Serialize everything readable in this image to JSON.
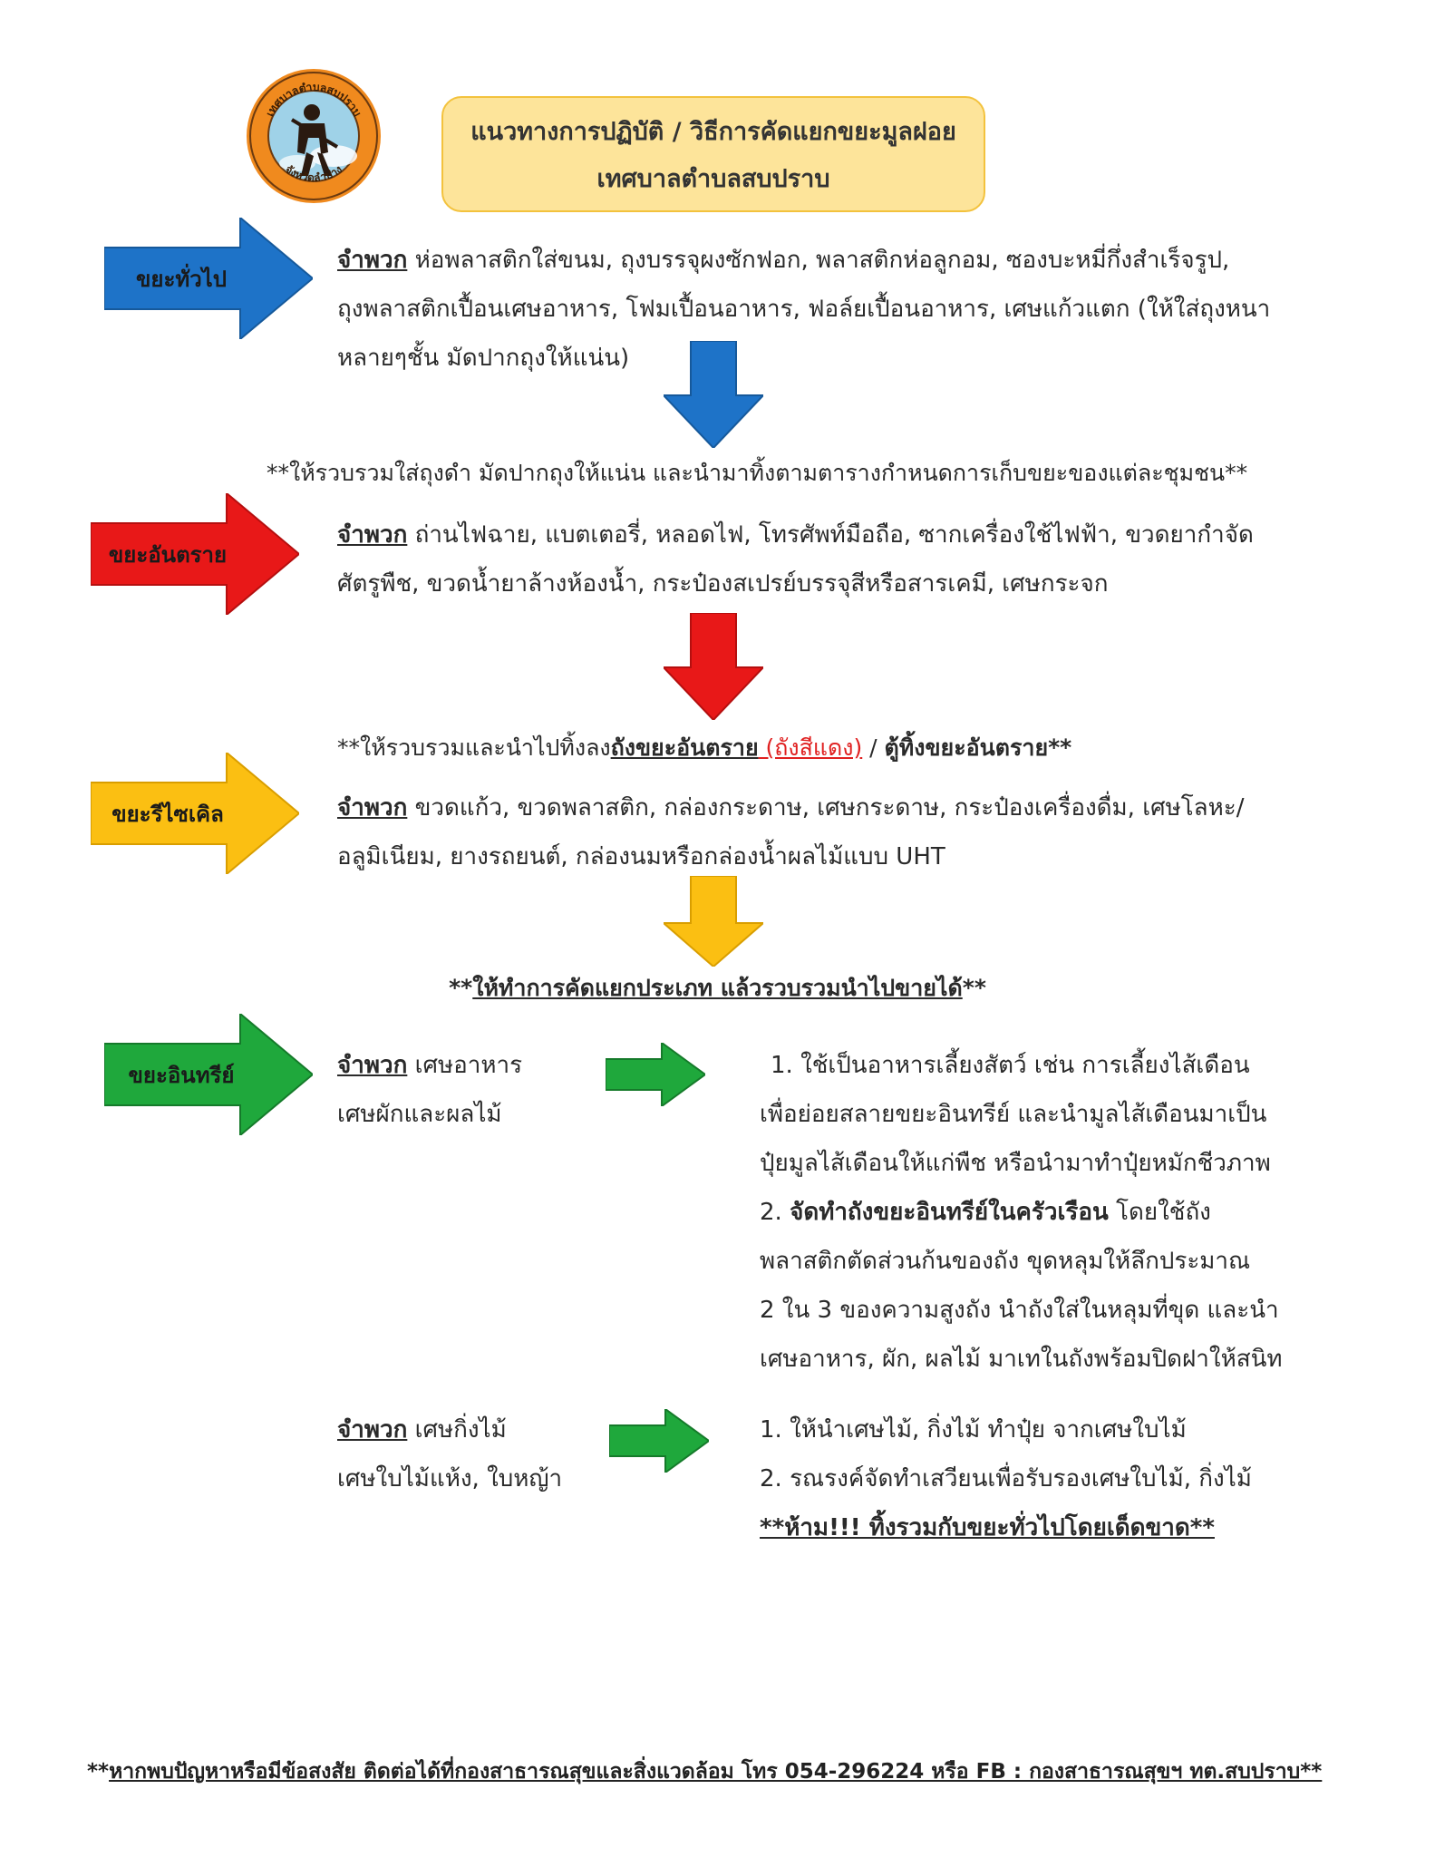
{
  "header": {
    "logo_text_top": "เทศบาลตำบลสบปราบ",
    "logo_text_bottom": "จังหวัดลำปาง",
    "title_line1": "แนวทางการปฏิบัติ / วิธีการคัดแยกขยะมูลฝอย",
    "title_line2": "เทศบาลตำบลสบปราบ"
  },
  "colors": {
    "general": "#1e73c8",
    "hazardous": "#e81818",
    "recycle": "#fbbf12",
    "organic": "#1fa83c",
    "title_bg": "#fde49a"
  },
  "sections": {
    "general": {
      "label": "ขยะทั่วไป",
      "kind_label": "จำพวก",
      "line1": "ห่อพลาสติกใส่ขนม, ถุงบรรจุผงซักฟอก, พลาสติกห่อลูกอม, ซองบะหมี่กึ่งสำเร็จรูป,",
      "line2": "ถุงพลาสติกเปื้อนเศษอาหาร, โฟมเปื้อนอาหาร, ฟอล์ยเปื้อนอาหาร, เศษแก้วแตก (ให้ใส่ถุงหนา",
      "line3": "หลายๆชั้น มัดปากถุงให้แน่น)",
      "note": "**ให้รวบรวมใส่ถุงดำ มัดปากถุงให้แน่น และนำมาทิ้งตามตารางกำหนดการเก็บขยะของแต่ละชุมชน**"
    },
    "hazardous": {
      "label": "ขยะอันตราย",
      "kind_label": "จำพวก",
      "line1": "ถ่านไฟฉาย, แบตเตอรี่, หลอดไฟ, โทรศัพท์มือถือ, ซากเครื่องใช้ไฟฟ้า, ขวดยากำจัด",
      "line2": "ศัตรูพืช, ขวดน้ำยาล้างห้องน้ำ, กระป๋องสเปรย์บรรจุสีหรือสารเคมี, เศษกระจก",
      "note_a": "**ให้รวบรวมและนำไปทิ้งลง",
      "note_b": "ถังขยะอันตราย",
      "note_c": " (ถังสีแดง)",
      "note_d": " / ",
      "note_e": "ตู้ทิ้งขยะอันตราย**"
    },
    "recycle": {
      "label": "ขยะรีไซเคิล",
      "kind_label": "จำพวก",
      "line1": "ขวดแก้ว, ขวดพลาสติก, กล่องกระดาษ, เศษกระดาษ, กระป๋องเครื่องดื่ม, เศษโลหะ/",
      "line2": "อลูมิเนียม, ยางรถยนต์, กล่องนมหรือกล่องน้ำผลไม้แบบ UHT",
      "note_a": "**",
      "note_b": "ให้ทำการคัดแยกประเภท แล้วรวบรวมนำไปขายได้",
      "note_c": "**"
    },
    "organic": {
      "label": "ขยะอินทรีย์",
      "group1": {
        "kind_label": "จำพวก",
        "line1": "เศษอาหาร",
        "line2": "เศษผักและผลไม้",
        "desc1": "1. ใช้เป็นอาหารเลี้ยงสัตว์ เช่น การเลี้ยงไส้เดือน",
        "desc2": "เพื่อย่อยสลายขยะอินทรีย์ และนำมูลไส้เดือนมาเป็น",
        "desc3": "ปุ๋ยมูลไส้เดือนให้แก่พืช หรือนำมาทำปุ๋ยหมักชีวภาพ",
        "desc4a": "2. ",
        "desc4b": "จัดทำถังขยะอินทรีย์ในครัวเรือน",
        "desc4c": " โดยใช้ถัง",
        "desc5": "พลาสติกตัดส่วนก้นของถัง ขุดหลุมให้ลึกประมาณ",
        "desc6": "2 ใน 3 ของความสูงถัง นำถังใส่ในหลุมที่ขุด และนำ",
        "desc7": "เศษอาหาร, ผัก, ผลไม้ มาเทในถังพร้อมปิดฝาให้สนิท"
      },
      "group2": {
        "kind_label": "จำพวก",
        "line1": "เศษกิ่งไม้",
        "line2": "เศษใบไม้แห้ง, ใบหญ้า",
        "desc1": "1. ให้นำเศษไม้, กิ่งไม้ ทำปุ๋ย จากเศษใบไม้",
        "desc2": "2. รณรงค์จัดทำเสวียนเพื่อรับรองเศษใบไม้, กิ่งไม้",
        "warning": "**ห้าม!!! ทิ้งรวมกับขยะทั่วไปโดยเด็ดขาด**"
      }
    }
  },
  "footer": {
    "prefix": "**",
    "text": "หากพบปัญหาหรือมีข้อสงสัย ติดต่อได้ที่กองสาธารณสุขและสิ่งแวดล้อม โทร 054-296224 หรือ FB : กองสาธารณสุขฯ ทต.สบปราบ**"
  }
}
